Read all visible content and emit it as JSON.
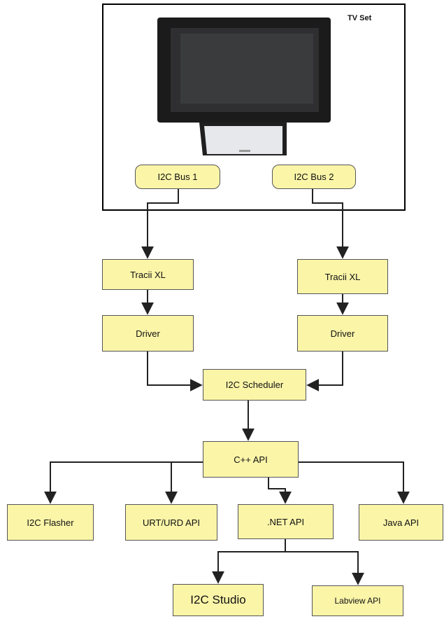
{
  "tv_set": {
    "label": "TV Set"
  },
  "nodes": {
    "bus1": "I2C Bus 1",
    "bus2": "I2C Bus 2",
    "tracii_left": "Tracii XL",
    "tracii_right": "Tracii XL",
    "driver_left": "Driver",
    "driver_right": "Driver",
    "scheduler": "I2C Scheduler",
    "cpp_api": "C++ API",
    "flasher": "I2C Flasher",
    "urt_urd_api": "URT/URD API",
    "net_api": ".NET API",
    "java_api": "Java API",
    "studio": "I2C Studio",
    "labview_api": "Labview API"
  },
  "colors": {
    "node_fill": "#fbf5a8",
    "line": "#222222",
    "frame": "#000000"
  },
  "icons": {
    "tv": "television-icon"
  }
}
